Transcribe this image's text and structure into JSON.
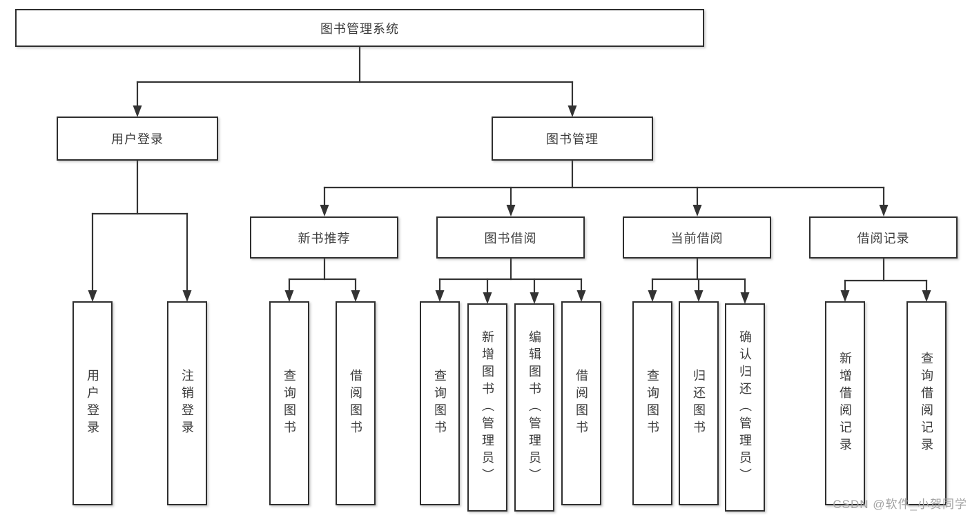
{
  "diagram": {
    "type": "hierarchy-tree",
    "root": {
      "label": "图书管理系统"
    },
    "level2": [
      {
        "id": "user-login",
        "label": "用户登录",
        "parent": "图书管理系统"
      },
      {
        "id": "book-management",
        "label": "图书管理",
        "parent": "图书管理系统"
      }
    ],
    "level3": [
      {
        "id": "new-book-recommendation",
        "label": "新书推荐",
        "parent": "图书管理"
      },
      {
        "id": "book-borrowing",
        "label": "图书借阅",
        "parent": "图书管理"
      },
      {
        "id": "current-borrowing",
        "label": "当前借阅",
        "parent": "图书管理"
      },
      {
        "id": "borrowing-records",
        "label": "借阅记录",
        "parent": "图书管理"
      }
    ],
    "leaves": [
      {
        "label": "用户登录",
        "parent": "用户登录"
      },
      {
        "label": "注销登录",
        "parent": "用户登录"
      },
      {
        "label": "查询图书",
        "parent": "新书推荐"
      },
      {
        "label": "借阅图书",
        "parent": "新书推荐"
      },
      {
        "label": "查询图书",
        "parent": "图书借阅"
      },
      {
        "label": "新增图书（管理员）",
        "parent": "图书借阅"
      },
      {
        "label": "编辑图书（管理员）",
        "parent": "图书借阅"
      },
      {
        "label": "借阅图书",
        "parent": "图书借阅"
      },
      {
        "label": "查询图书",
        "parent": "当前借阅"
      },
      {
        "label": "归还图书",
        "parent": "当前借阅"
      },
      {
        "label": "确认归还（管理员）",
        "parent": "当前借阅"
      },
      {
        "label": "新增借阅记录",
        "parent": "借阅记录"
      },
      {
        "label": "查询借阅记录",
        "parent": "借阅记录"
      }
    ],
    "watermark": "CSDN @软件_小贺同学",
    "colors": {
      "line": "#333333",
      "box_border": "#2e2e2e",
      "text": "#3c3c3c",
      "watermark": "#a3a3a3",
      "background": "#ffffff"
    }
  }
}
